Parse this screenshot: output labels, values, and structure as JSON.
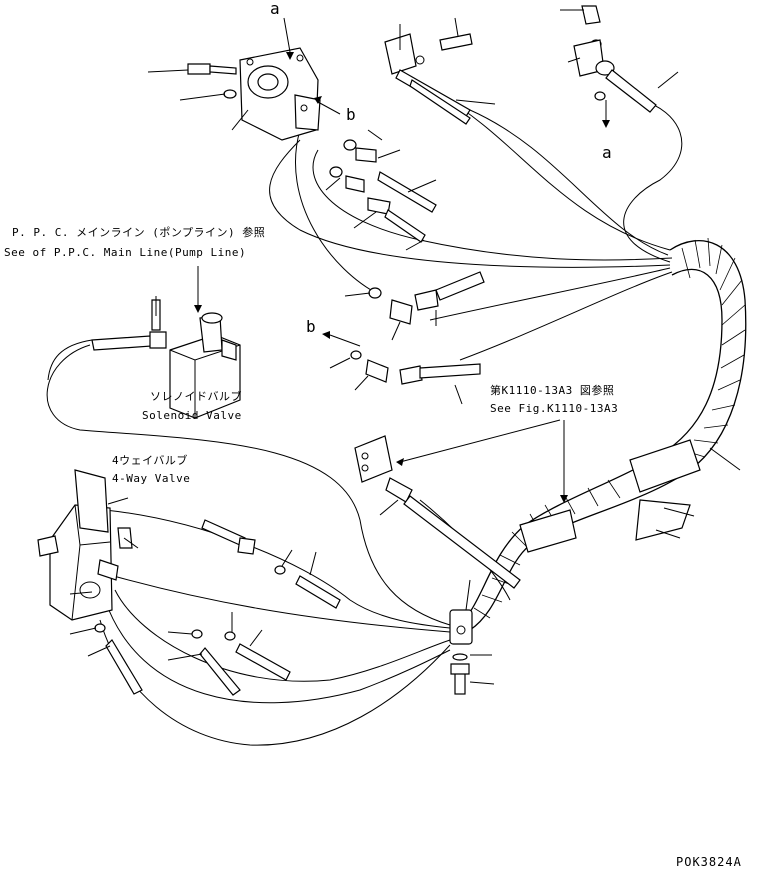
{
  "callouts": {
    "a_top": "a",
    "b_right": "b",
    "a_right": "a",
    "b_left": "b"
  },
  "notes": {
    "ppc_jp": "P. P. C. メインライン (ポンプライン) 参照",
    "ppc_en": "See of P.P.C. Main Line(Pump Line)",
    "solenoid_jp": "ソレノイドバルブ",
    "solenoid_en": "Solenoid Valve",
    "fourway_jp": "4ウェイバルブ",
    "fourway_en": "4-Way Valve",
    "fig_jp": "第K1110-13A3 図参照",
    "fig_en": "See Fig.K1110-13A3"
  },
  "drawing_code": "POK3824A"
}
